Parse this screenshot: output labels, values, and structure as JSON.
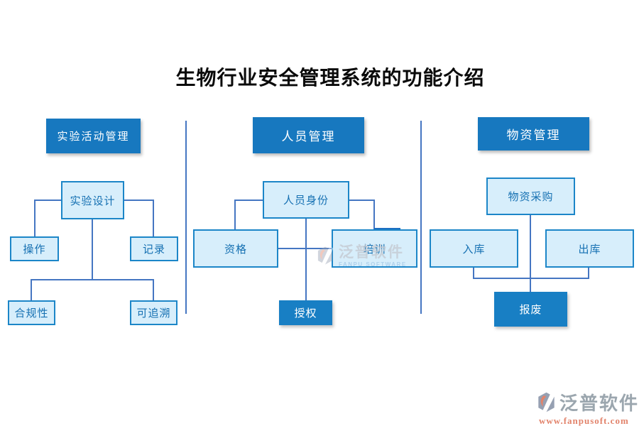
{
  "title": "生物行业安全管理系统的功能介绍",
  "branches": [
    {
      "header": "实验活动管理",
      "parent": "实验设计",
      "children": [
        "操作",
        "记录",
        "合规性",
        "可追溯"
      ]
    },
    {
      "header": "人员管理",
      "parent": "人员身份",
      "children": [
        "资格",
        "培训"
      ],
      "bottom": "授权"
    },
    {
      "header": "物资管理",
      "parent": "物资采购",
      "children": [
        "入库",
        "出库"
      ],
      "bottom": "报废"
    }
  ],
  "watermark": {
    "brand": "泛普软件",
    "subtitle": "FANPU SOFTWARE"
  },
  "logo": {
    "brand": "泛普软件",
    "url": "www.fanpusoft.com"
  },
  "colors": {
    "header_blue": "#1778BF",
    "solid_blue": "#187FC4",
    "light_box_fill": "#D7EEFB",
    "light_box_border": "#1C86C8",
    "light_box_text": "#1570B2",
    "connector_blue": "#4576C2",
    "watermark_salmon": "#E2836B"
  }
}
